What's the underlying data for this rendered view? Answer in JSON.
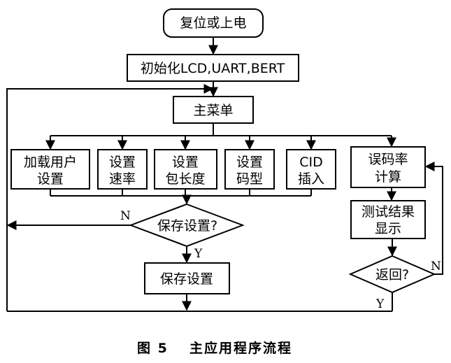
{
  "nodes": {
    "reset": "复位或上电",
    "init": "初始化LCD,UART,BERT",
    "main_menu": "主菜单",
    "load_user_settings": [
      "加载用户",
      "设置"
    ],
    "set_rate": [
      "设置",
      "速率"
    ],
    "set_packet_length": [
      "设置",
      "包长度"
    ],
    "set_code_type": [
      "设置",
      "码型"
    ],
    "cid_insert": [
      "CID",
      "插入"
    ],
    "ber_calc": [
      "误码率",
      "计算"
    ],
    "show_results": [
      "测试结果",
      "显示"
    ],
    "save_settings_q": "保存设置?",
    "save_settings": "保存设置",
    "return_q": "返回?"
  },
  "edge_labels": {
    "save_no": "N",
    "save_yes": "Y",
    "return_no": "N",
    "return_yes": "Y"
  },
  "caption": {
    "number": "图 5",
    "title": "主应用程序流程"
  }
}
